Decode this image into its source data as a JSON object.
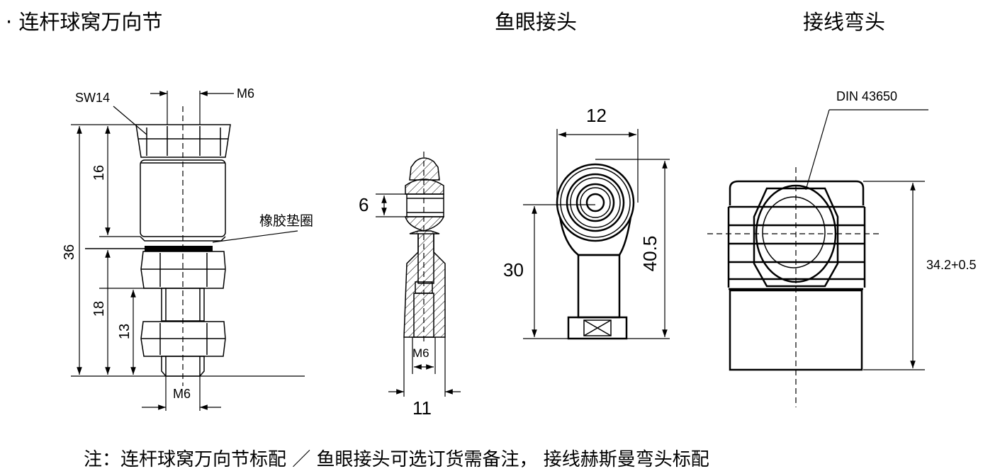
{
  "titles": {
    "joint": "· 连杆球窝万向节",
    "rod_end": "鱼眼接头",
    "elbow": "接线弯头"
  },
  "joint": {
    "sw": "SW14",
    "m6_top": "M6",
    "m6_bottom": "M6",
    "d36": "36",
    "d16": "16",
    "d18": "18",
    "d13": "13",
    "gasket": "橡胶垫圈"
  },
  "rod_end": {
    "d6": "6",
    "m6": "M6",
    "d11": "11",
    "d12": "12",
    "d30": "30",
    "d40_5": "40.5"
  },
  "elbow": {
    "din": "DIN  43650",
    "height": "34.2+0.5"
  },
  "note": "注：连杆球窝万向节标配 ／ 鱼眼接头可选订货需备注，    接线赫斯曼弯头标配"
}
